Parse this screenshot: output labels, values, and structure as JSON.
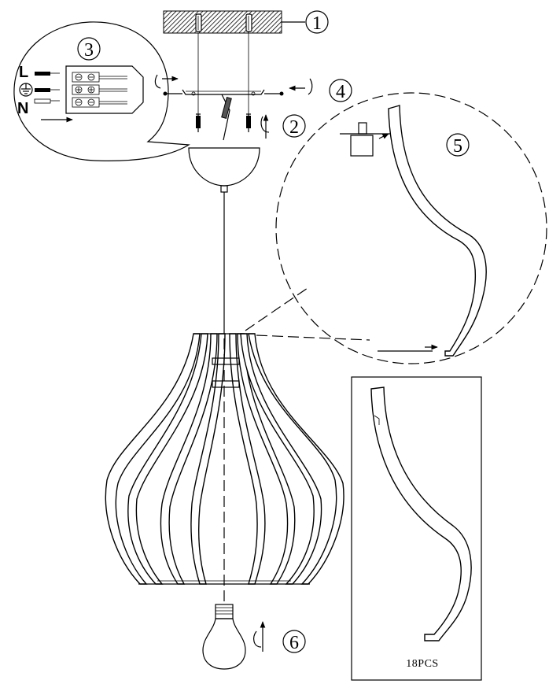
{
  "steps": [
    {
      "number": "1"
    },
    {
      "number": "2"
    },
    {
      "number": "3"
    },
    {
      "number": "4"
    },
    {
      "number": "5"
    },
    {
      "number": "6"
    }
  ],
  "wiring": {
    "live": "L",
    "neutral": "N",
    "earth_symbol": "earth-ground-symbol"
  },
  "parts_box": {
    "caption": "18PCS"
  }
}
